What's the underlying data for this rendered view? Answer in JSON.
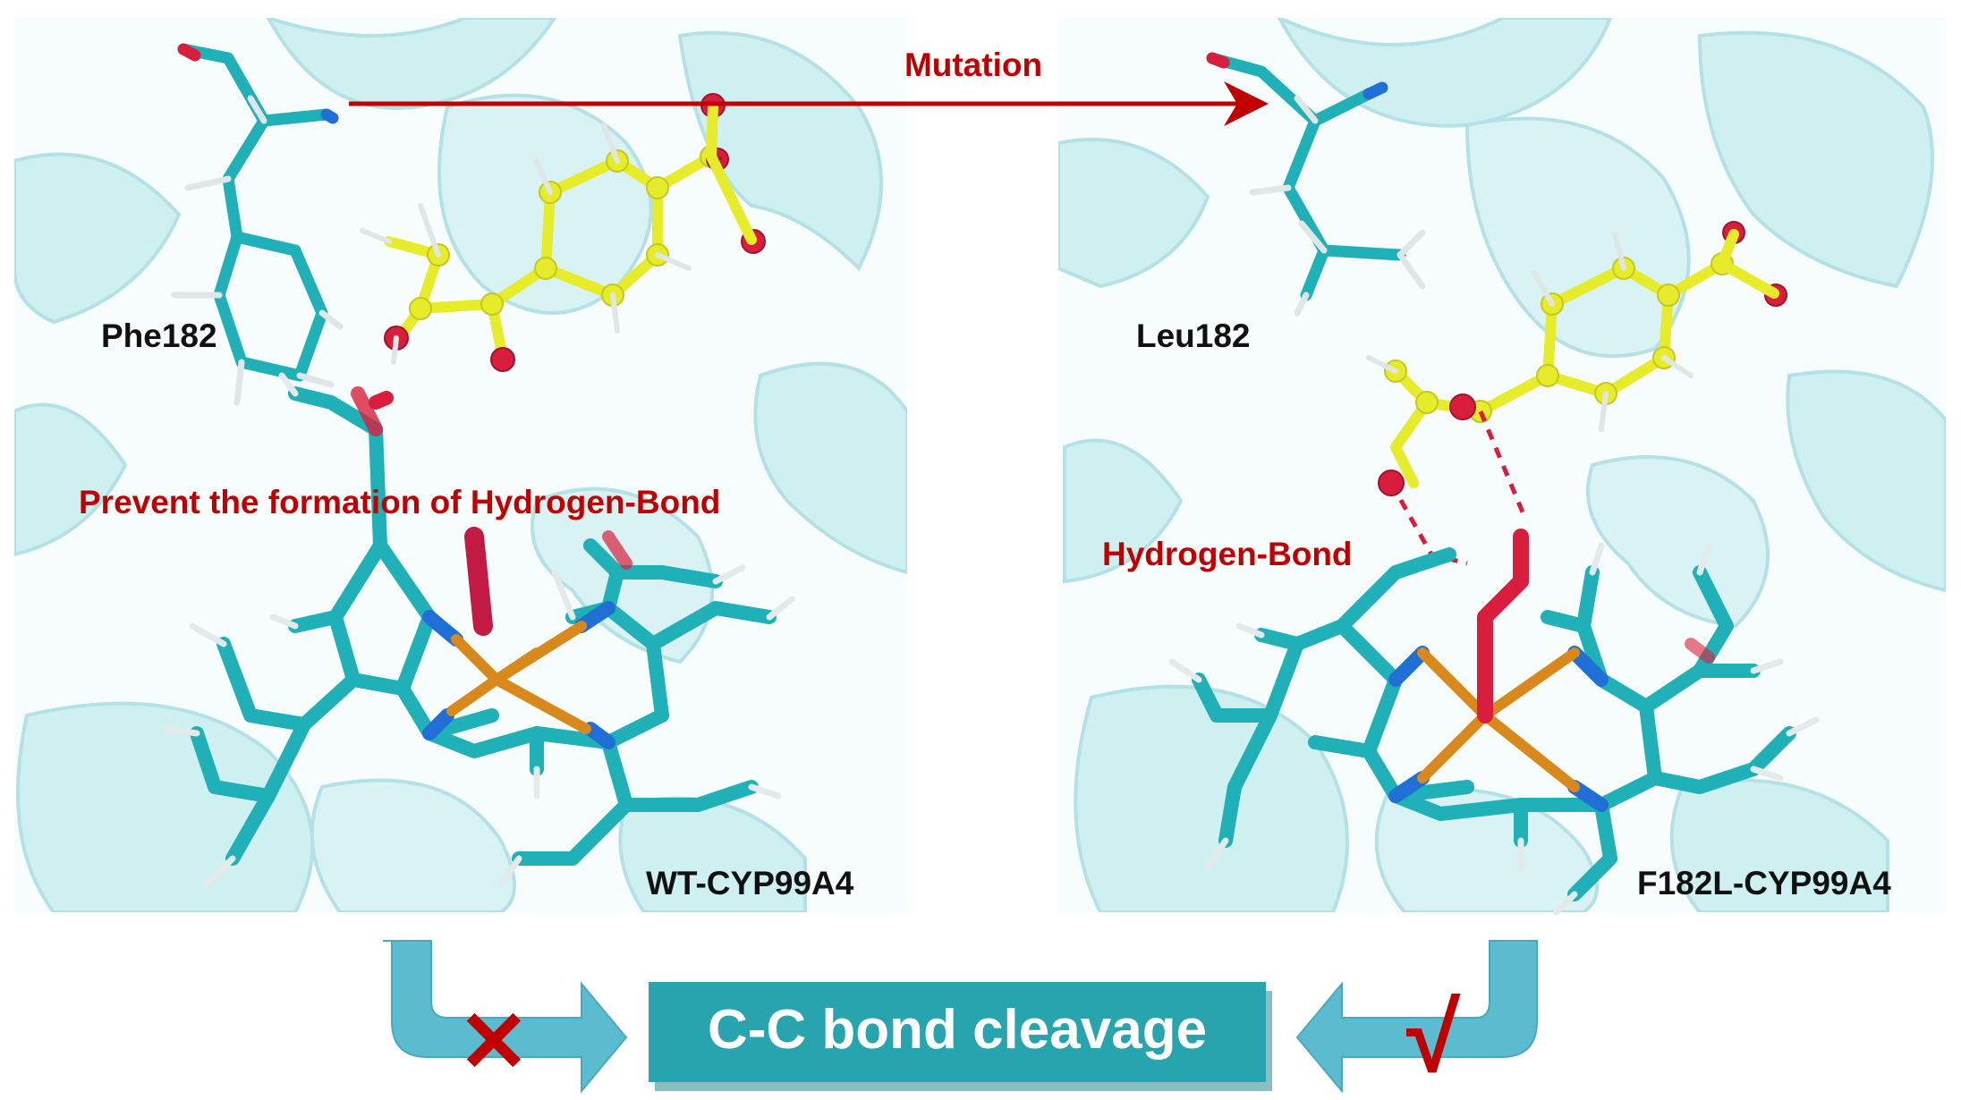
{
  "top_arrow": {
    "label": "Mutation"
  },
  "left_panel": {
    "residue_label": "Phe182",
    "annotation": "Prevent the formation of Hydrogen-Bond",
    "enzyme_label": "WT-CYP99A4"
  },
  "right_panel": {
    "residue_label": "Leu182",
    "annotation": "Hydrogen-Bond",
    "enzyme_label": "F182L-CYP99A4"
  },
  "outcome_box": {
    "label": "C-C bond cleavage"
  },
  "marks": {
    "left": "✕",
    "right": "√"
  },
  "colors": {
    "annotation_red": "#c00000",
    "carbon_teal": "#1fb0b8",
    "substrate_yellow": "#e6ec2a",
    "oxygen_red": "#d81e3c",
    "nitrogen_blue": "#1f6fd6",
    "iron_orange": "#d9891c",
    "outcome_box": "#27a4ad",
    "flow_arrow": "#5bbcd0",
    "cartoon_cyan": "#bfe9ec"
  }
}
